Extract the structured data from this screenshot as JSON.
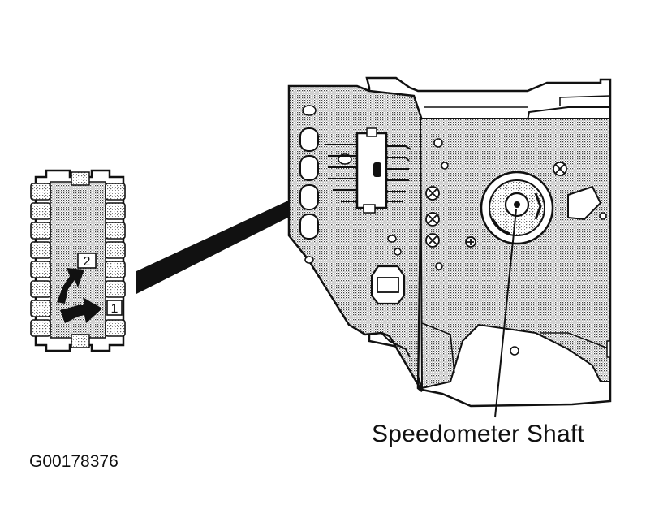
{
  "diagram": {
    "callout_label": "Speedometer Shaft",
    "figure_id": "G00178376",
    "connector": {
      "terminal_1": "1",
      "terminal_2": "2"
    }
  }
}
